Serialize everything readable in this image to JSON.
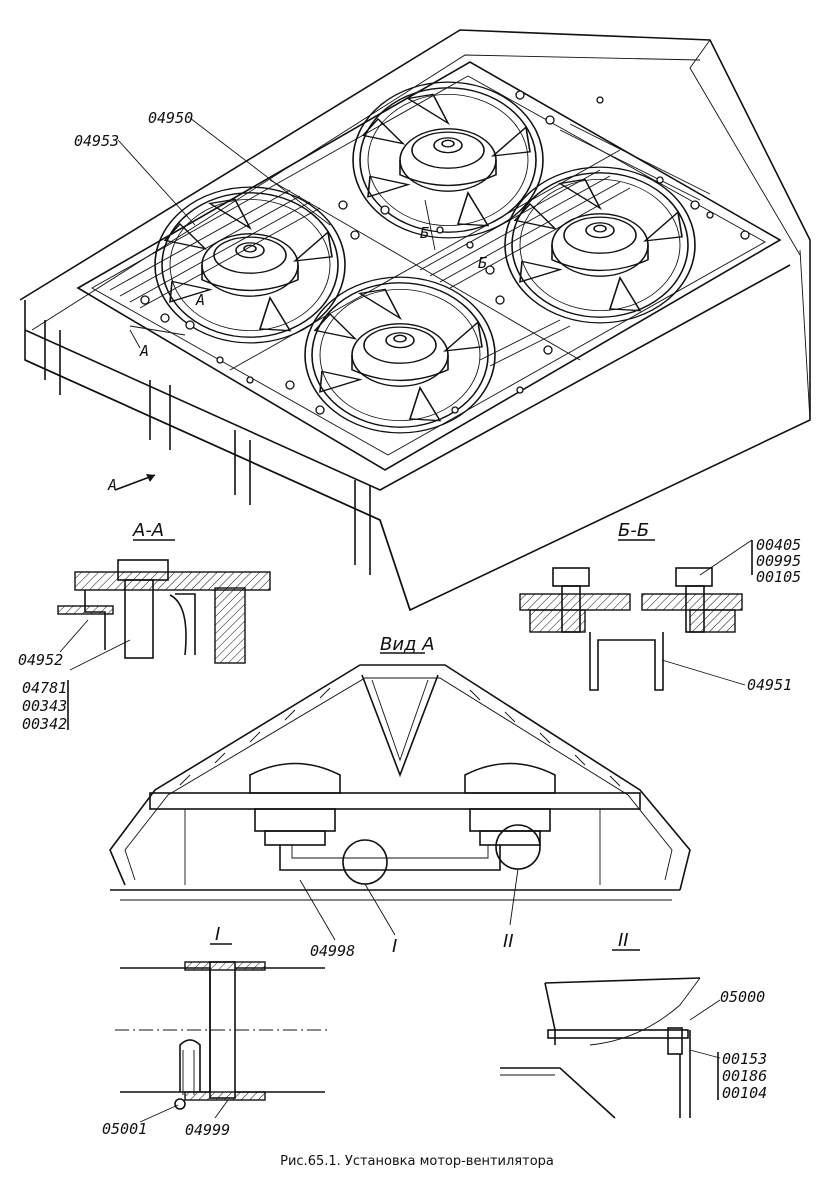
{
  "figure": {
    "caption": "Рис.65.1. Установка мотор-вентилятора"
  },
  "labels": {
    "top": {
      "p04953": "04953",
      "p04950": "04950",
      "A1": "A",
      "A2": "A",
      "A3": "A",
      "B1": "Б",
      "B2": "Б"
    },
    "section_aa": {
      "title": "А-А",
      "p04952": "04952",
      "p04781": "04781",
      "p00343": "00343",
      "p00342": "00342"
    },
    "section_bb": {
      "title": "Б-Б",
      "p00405": "00405",
      "p00995": "00995",
      "p00105": "00105",
      "p04951": "04951"
    },
    "view_a": {
      "title": "Вид А",
      "p04998": "04998",
      "mark1": "I",
      "mark2": "II"
    },
    "detail_1": {
      "title": "I",
      "p05001": "05001",
      "p04999": "04999"
    },
    "detail_2": {
      "title": "II",
      "p05000": "05000",
      "p00153": "00153",
      "p00186": "00186",
      "p00104": "00104"
    }
  }
}
